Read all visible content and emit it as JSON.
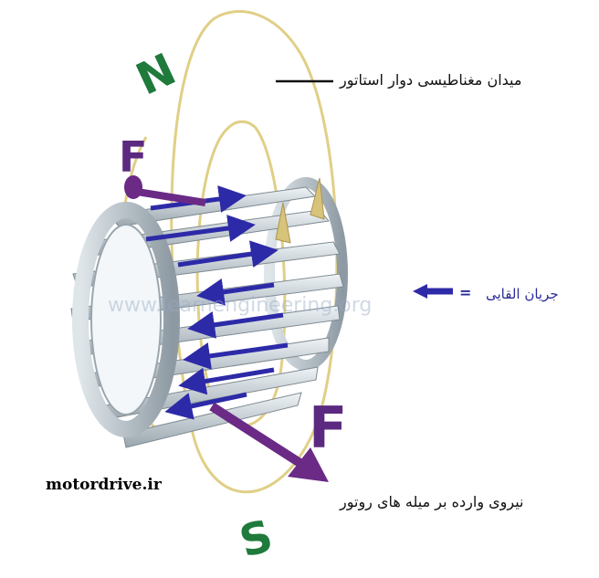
{
  "labels": {
    "stator_field": "میدان مغناطیسی دوار استاتور",
    "induced_current": "جریان القایی",
    "rotor_force": "نیروی وارده بر میله های روتور",
    "site": "motordrive.ir",
    "legend_symbol": "=",
    "watermark": "www.learnengineering.org"
  },
  "letters": {
    "north": "N",
    "south": "S",
    "force_top": "F",
    "force_bottom": "F"
  },
  "colors": {
    "field_line": "#e0cf86",
    "rotor_bar": "#c9d2d8",
    "current_arrow": "#2d2aa8",
    "force_arrow": "#6a2a86",
    "letter_green": "#1f7a3c",
    "letter_purple": "#5b2a80"
  }
}
